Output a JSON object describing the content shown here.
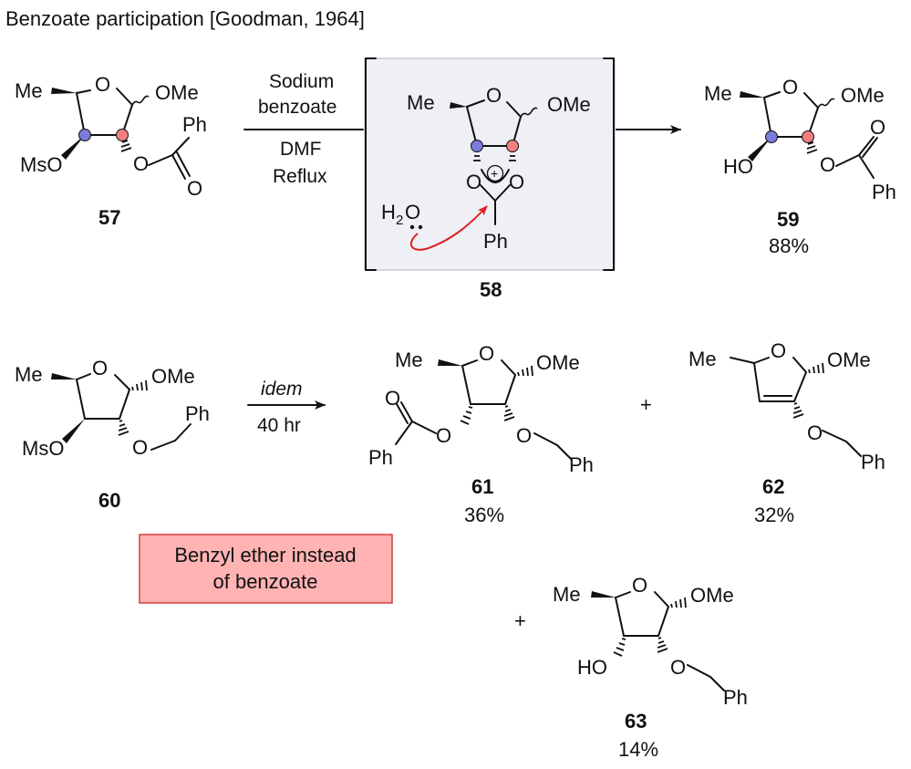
{
  "title": "Benzoate participation [Goodman, 1964]",
  "atoms": {
    "Me": "Me",
    "O": "O",
    "OMe": "OMe",
    "MsO": "MsO",
    "Ph": "Ph",
    "HO": "HO",
    "H2O_H": "H",
    "H2O_sub": "2",
    "H2O_O": "O",
    "plus_charge": "+"
  },
  "conditions_1": {
    "line1": "Sodium",
    "line2": "benzoate",
    "line3": "DMF",
    "line4": "Reflux"
  },
  "conditions_2": {
    "line1": "idem",
    "line2": "40 hr"
  },
  "compounds": {
    "c57": {
      "label": "57"
    },
    "c58": {
      "label": "58"
    },
    "c59": {
      "label": "59",
      "yield": "88%"
    },
    "c60": {
      "label": "60"
    },
    "c61": {
      "label": "61",
      "yield": "36%"
    },
    "c62": {
      "label": "62",
      "yield": "32%"
    },
    "c63": {
      "label": "63",
      "yield": "14%"
    }
  },
  "plus_sign": "+",
  "note": {
    "line1": "Benzyl ether instead",
    "line2": "of benzoate"
  },
  "colors": {
    "blue_atom": "#7b7bd9",
    "red_atom": "#f08080",
    "intermediate_box": "#eef0f5",
    "note_fill": "#ffb3b3",
    "note_border": "#d04040",
    "curved_arrow": "#e02020"
  }
}
